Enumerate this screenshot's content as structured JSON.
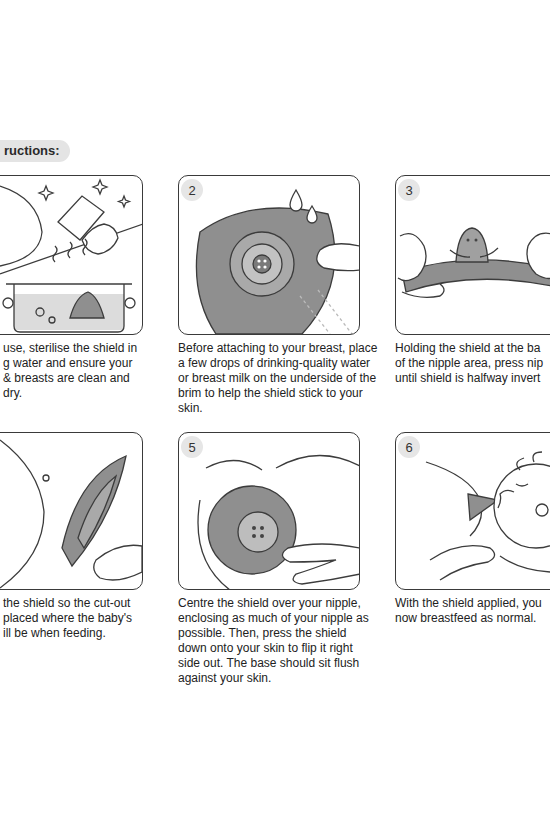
{
  "diagram": {
    "title": "ructions:",
    "nodes": [
      {
        "text": [
          "use, sterilise the shield in g water and ensure your & breasts are clean and dry."
        ]
      },
      {
        "text": [
          "Before attaching to your breast, place a few drops of drinking-quality water or breast milk on the underside of the brim to help the shield stick to your skin."
        ]
      },
      {
        "text": [
          "2"
        ],
        "in": 1
      },
      {
        "text": [
          "Holding the shield at the ba of the nipple area, press nip until shield is halfway invert"
        ]
      },
      {
        "text": [
          "3"
        ],
        "in": 3
      },
      {
        "text": [
          "the shield so the cut-out placed where the baby's ill be when feeding."
        ]
      },
      {
        "text": [
          "Centre the shield over your nipple, enclosing as much of your nipple as possible. Then, press the shield down onto your skin to flip it right side out. The base should sit flush against your skin."
        ]
      },
      {
        "text": [
          "5"
        ],
        "in": 6
      },
      {
        "text": [
          "With the shield applied, you now breastfeed as normal."
        ]
      },
      {
        "text": [
          "6"
        ],
        "in": 8
      }
    ]
  }
}
